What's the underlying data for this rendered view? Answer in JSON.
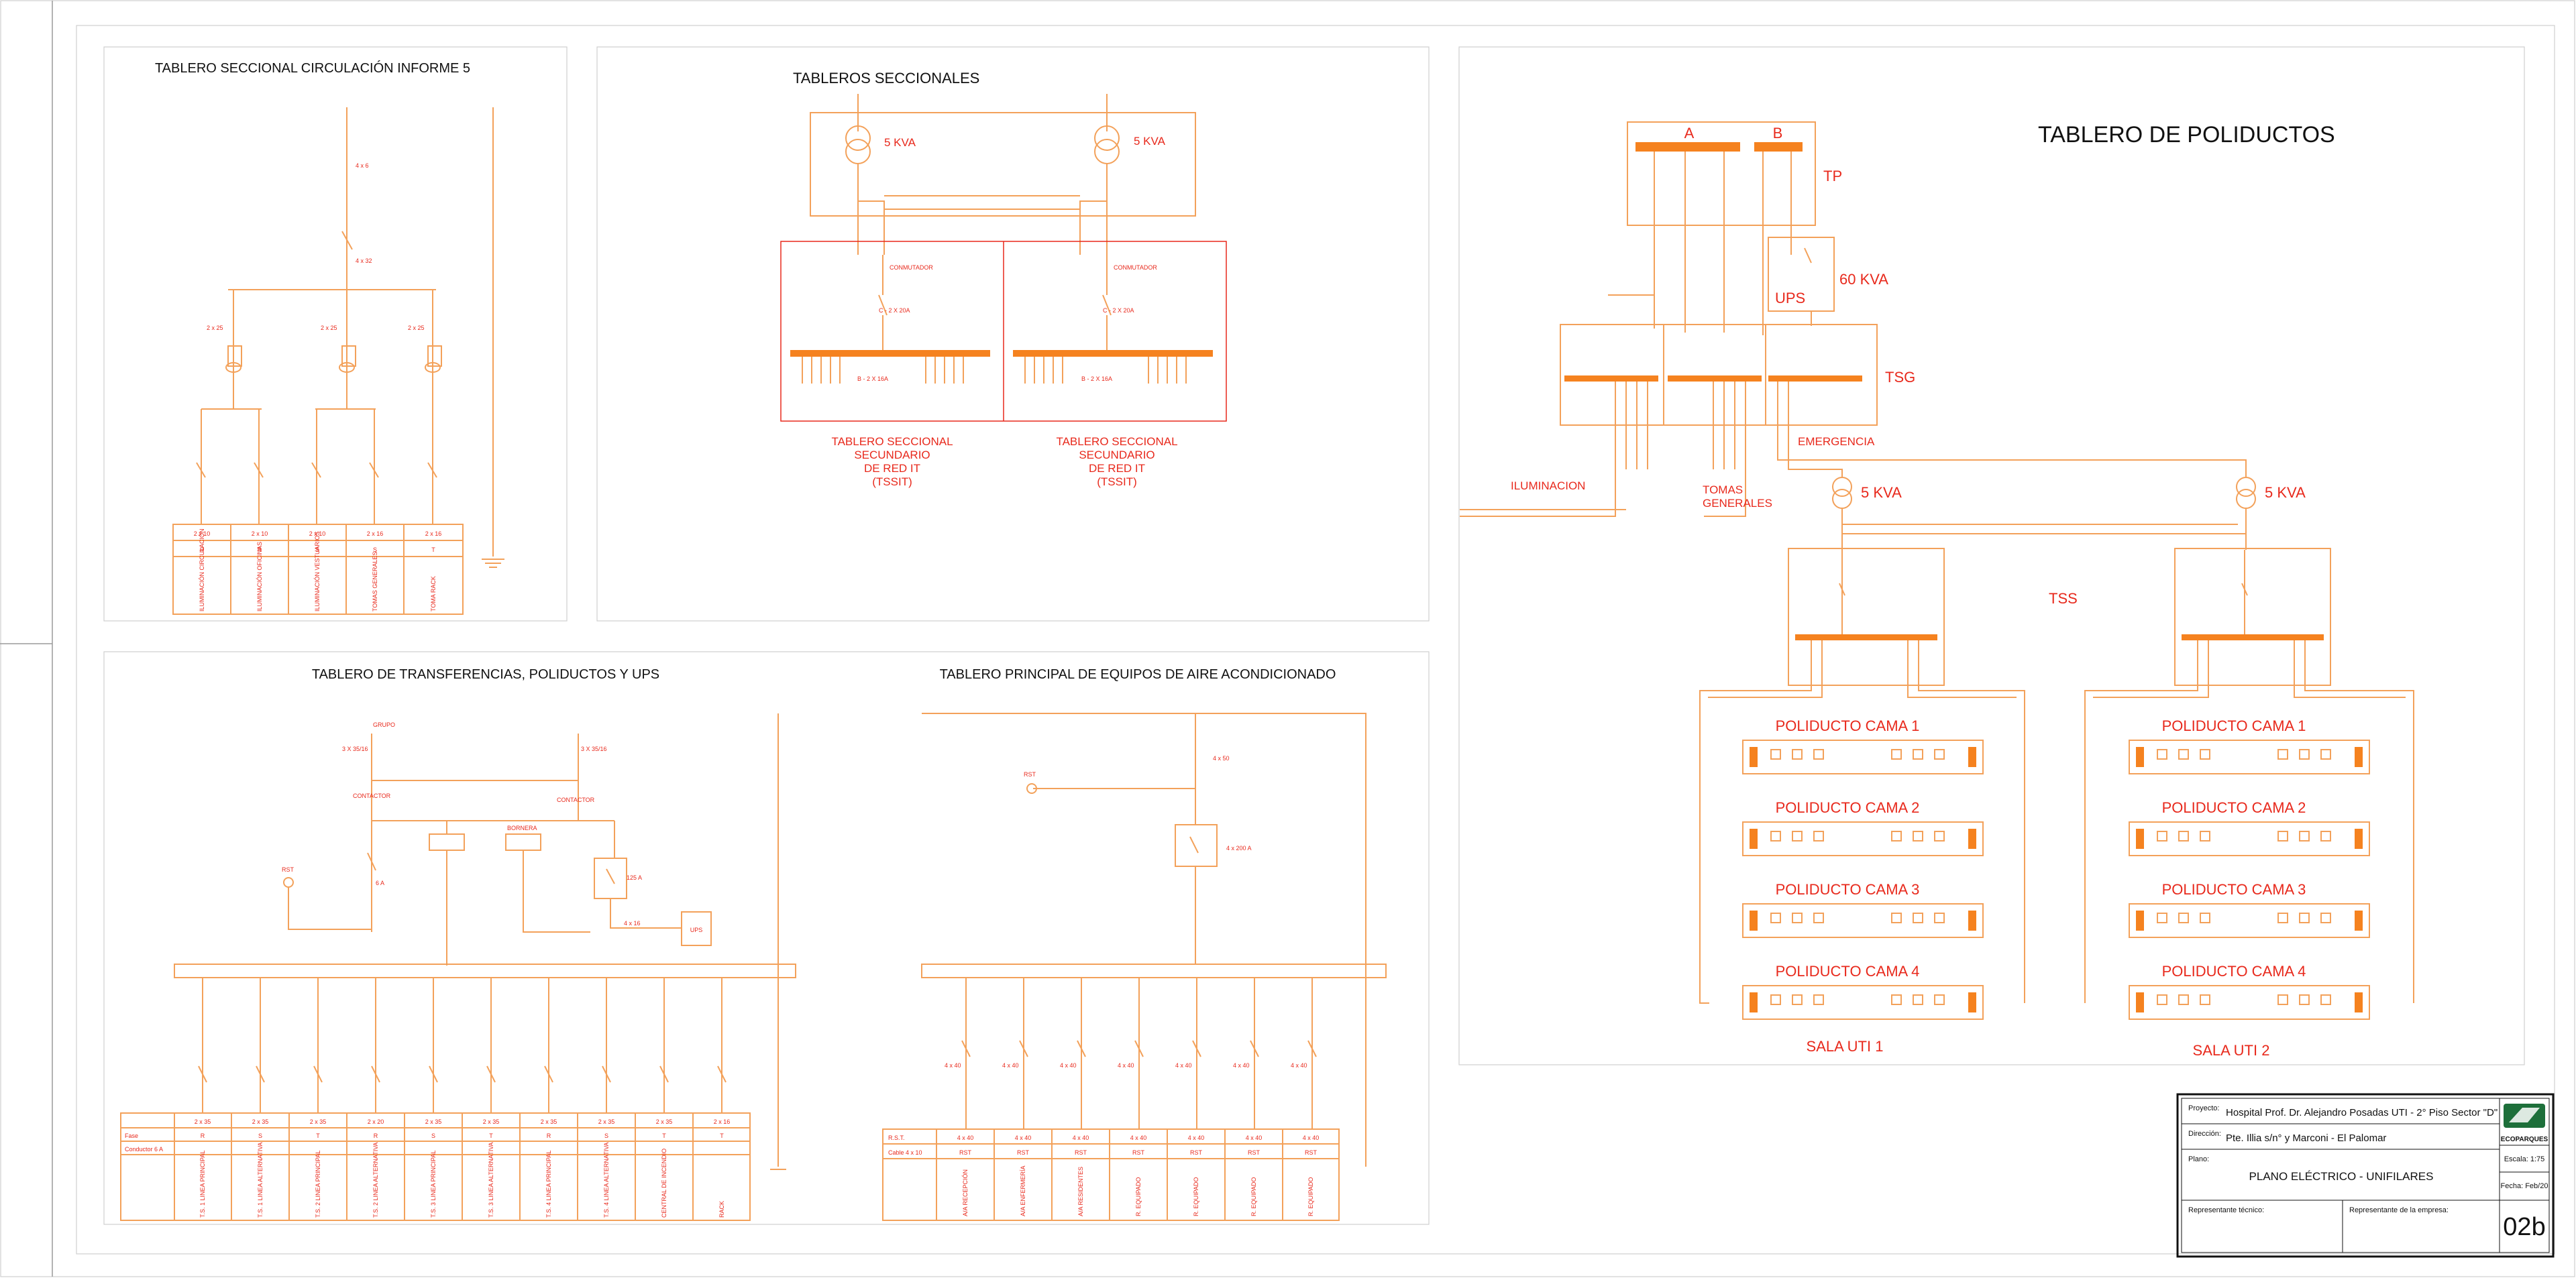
{
  "panels": {
    "circulacion": {
      "title": "TABLERO SECCIONAL CIRCULACIÓN INFORME 5",
      "feeder_top": "4 x 6",
      "feeder_bottom": "4 x 32",
      "branch_labels": [
        "2 x 25",
        "2 x 25",
        "2 x 25"
      ],
      "circuits": [
        {
          "conductor": "2 x 10",
          "phase": "R",
          "label": "ILUMINACIÓN CIRCULACIÓN"
        },
        {
          "conductor": "2 x 10",
          "phase": "R",
          "label": "ILUMINACIÓN OFICINAS"
        },
        {
          "conductor": "2 x 10",
          "phase": "S",
          "label": "ILUMINACIÓN VESTUARIOS"
        },
        {
          "conductor": "2 x 16",
          "phase": "S",
          "label": "TOMAS GENERALES"
        },
        {
          "conductor": "2 x 16",
          "phase": "T",
          "label": "TOMA RACK"
        }
      ]
    },
    "seccionales": {
      "title": "TABLEROS SECCIONALES",
      "kva": [
        "5 KVA",
        "5 KVA"
      ],
      "conmutador": "CONMUTADOR",
      "breaker": "C - 2 X 20A",
      "out_left": "B - 2 X 16A",
      "out_right": "B - 2 X 16A",
      "caption": [
        "TABLERO SECCIONAL",
        "SECUNDARIO",
        "DE RED IT",
        "(TSSIT)"
      ]
    },
    "polyductos": {
      "title": "TABLERO DE POLIDUCTOS",
      "bus_a": "A",
      "bus_b": "B",
      "tp": "TP",
      "ups": "UPS",
      "ups_kva": "60 KVA",
      "tsg": "TSG",
      "emergencia": "EMERGENCIA",
      "iluminacion": "ILUMINACION",
      "tomas": [
        "TOMAS",
        "GENERALES"
      ],
      "kva": [
        "5 KVA",
        "5 KVA"
      ],
      "tss": "TSS",
      "beds": [
        "POLIDUCTO CAMA 1",
        "POLIDUCTO CAMA 2",
        "POLIDUCTO CAMA 3",
        "POLIDUCTO CAMA 4"
      ],
      "rooms": [
        "SALA UTI 1",
        "SALA UTI 2"
      ]
    },
    "transferencias": {
      "title": "TABLERO DE TRANSFERENCIAS, POLIDUCTOS Y UPS",
      "grupo": "GRUPO",
      "feed_left": "3 X 35/16",
      "feed_right": "3 X 35/16",
      "contactor_left": "CONTACTOR",
      "contactor_right": "CONTACTOR",
      "bornera": "BORNERA",
      "rst": "RST",
      "breaker_6a": "6 A",
      "breaker_125": "125 A",
      "ups_feed": "4 x 16",
      "ups": "UPS",
      "row_fase": "Fase",
      "row_conductor": "Conductor 6 A",
      "circuits": [
        {
          "conductor": "2 x 35",
          "phase": "R",
          "label": "T.S. 1 LINEA PRINCIPAL"
        },
        {
          "conductor": "2 x 35",
          "phase": "S",
          "label": "T.S. 1 LINEA ALTERNATIVA"
        },
        {
          "conductor": "2 x 35",
          "phase": "T",
          "label": "T.S. 2 LINEA PRINCIPAL"
        },
        {
          "conductor": "2 x 20",
          "phase": "R",
          "label": "T.S. 2 LINEA ALTERNATIVA"
        },
        {
          "conductor": "2 x 35",
          "phase": "S",
          "label": "T.S. 3 LINEA PRINCIPAL"
        },
        {
          "conductor": "2 x 35",
          "phase": "T",
          "label": "T.S. 3 LINEA ALTERNATIVA"
        },
        {
          "conductor": "2 x 35",
          "phase": "R",
          "label": "T.S. 4 LINEA PRINCIPAL"
        },
        {
          "conductor": "2 x 35",
          "phase": "S",
          "label": "T.S. 4 LINEA ALTERNATIVA"
        },
        {
          "conductor": "2 x 35",
          "phase": "T",
          "label": "CENTRAL DE INCENDIO"
        },
        {
          "conductor": "2 x 16",
          "phase": "T",
          "label": "RACK"
        }
      ]
    },
    "aire": {
      "title": "TABLERO PRINCIPAL DE EQUIPOS DE AIRE ACONDICIONADO",
      "rst": "RST",
      "feed": "4 x 50",
      "main_breaker": "4 x 200 A",
      "branch": "4 x 40",
      "row_rst": "R.S.T.",
      "row_cable": "Cable 4 x 10",
      "circuits": [
        {
          "conductor": "4 x 40",
          "phase": "RST",
          "label": "A/A RECEPCIÓN"
        },
        {
          "conductor": "4 x 40",
          "phase": "RST",
          "label": "A/A ENFERMERÍA"
        },
        {
          "conductor": "4 x 40",
          "phase": "RST",
          "label": "A/A RESIDENTES"
        },
        {
          "conductor": "4 x 40",
          "phase": "RST",
          "label": "R. EQUIPADO"
        },
        {
          "conductor": "4 x 40",
          "phase": "RST",
          "label": "R. EQUIPADO"
        },
        {
          "conductor": "4 x 40",
          "phase": "RST",
          "label": "R. EQUIPADO"
        },
        {
          "conductor": "4 x 40",
          "phase": "RST",
          "label": "R. EQUIPADO"
        }
      ]
    }
  },
  "title_block": {
    "proyecto_label": "Proyecto:",
    "proyecto": "Hospital Prof. Dr. Alejandro Posadas UTI - 2° Piso Sector \"D\"",
    "direccion_label": "Dirección:",
    "direccion": "Pte. Illia s/n° y Marconi - El Palomar",
    "plano_label": "Plano:",
    "plano": "PLANO ELÉCTRICO - UNIFILARES",
    "tecnico_label": "Representante técnico:",
    "empresa_label": "Representante de la empresa:",
    "escala": "Escala: 1:75",
    "fecha": "Fecha: Feb/20",
    "sheet": "02b",
    "logo": "ECOPARQUES"
  },
  "colors": {
    "accent": "#f5821f",
    "wire": "#f3a15a",
    "text_red": "#e8291c"
  }
}
